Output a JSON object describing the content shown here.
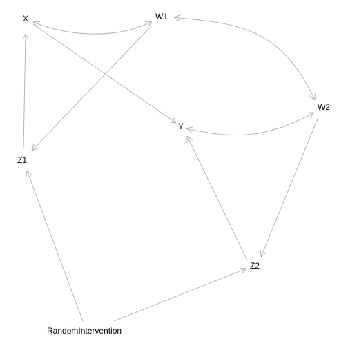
{
  "colors": {
    "edge": "#b3b3b3",
    "label": "#000000",
    "background": "#ffffff"
  },
  "nodes": [
    {
      "id": "X",
      "label": "X"
    },
    {
      "id": "W1",
      "label": "W1"
    },
    {
      "id": "W2",
      "label": "W2"
    },
    {
      "id": "Y",
      "label": "Y"
    },
    {
      "id": "Z1",
      "label": "Z1"
    },
    {
      "id": "Z2",
      "label": "Z2"
    },
    {
      "id": "RandomIntervention",
      "label": "RandomIntervention"
    }
  ],
  "edges": [
    {
      "from": "W1",
      "to": "X",
      "type": "bidirected"
    },
    {
      "from": "W1",
      "to": "W2",
      "type": "bidirected"
    },
    {
      "from": "W2",
      "to": "Y",
      "type": "bidirected"
    },
    {
      "from": "X",
      "to": "Y",
      "type": "directed"
    },
    {
      "from": "W1",
      "to": "Z1",
      "type": "directed"
    },
    {
      "from": "Z1",
      "to": "X",
      "type": "directed"
    },
    {
      "from": "W2",
      "to": "Z2",
      "type": "directed"
    },
    {
      "from": "Z2",
      "to": "Y",
      "type": "directed"
    },
    {
      "from": "RandomIntervention",
      "to": "Z1",
      "type": "directed"
    },
    {
      "from": "RandomIntervention",
      "to": "Z2",
      "type": "directed"
    }
  ]
}
